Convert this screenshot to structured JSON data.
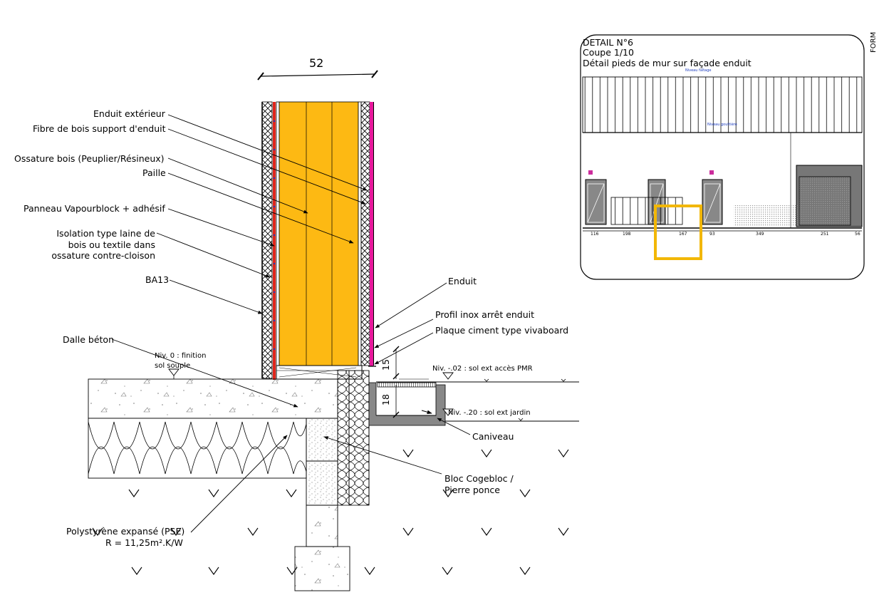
{
  "colors": {
    "straw": "#FDB913",
    "render": "#E8189C",
    "membrane": "#E1261C",
    "gutter": "#888888",
    "highlight": "#F2B705",
    "marker_blue": "#2040C0",
    "marker_pink": "#CC2C9C"
  },
  "dimension_top": "52",
  "labels": {
    "enduit_exterieur": "Enduit extérieur",
    "fibre_bois": "Fibre de bois support d'enduit",
    "ossature_bois": "Ossature bois (Peuplier/Résineux)",
    "paille": "Paille",
    "panneau_vapourblock": "Panneau Vapourblock + adhésif",
    "isolation_line1": "Isolation type laine de",
    "isolation_line2": "bois ou textile dans",
    "isolation_line3": "ossature contre-cloison",
    "ba13": "BA13",
    "dalle_beton": "Dalle béton",
    "niv0_line1": "Niv. 0 : finition",
    "niv0_line2": "sol souple",
    "enduit": "Enduit",
    "profil_inox": "Profil inox arrêt enduit",
    "plaque_ciment": "Plaque ciment type vivaboard",
    "niv02": "Niv. -.02 : sol ext accès PMR",
    "niv20": "Niv. -.20 : sol ext  jardin",
    "caniveau": "Caniveau",
    "bloc_line1": "Bloc Cogebloc /",
    "bloc_line2": "Pierre ponce",
    "pse_line1": "Polystyrène expansé (PSE)",
    "pse_line2": "R = 11,25m².K/W",
    "dim_15": "15",
    "dim_18": "18"
  },
  "inset": {
    "title": "DETAIL N°6",
    "scale": "Coupe 1/10",
    "subtitle": "Détail pieds de mur sur façade enduit",
    "dims": [
      "116",
      "198",
      "167",
      "93",
      "349",
      "251",
      "56"
    ],
    "marker_top": "Niveau faîtage",
    "marker_mid": "Niveau gouttière"
  },
  "corner_text": "FORM"
}
